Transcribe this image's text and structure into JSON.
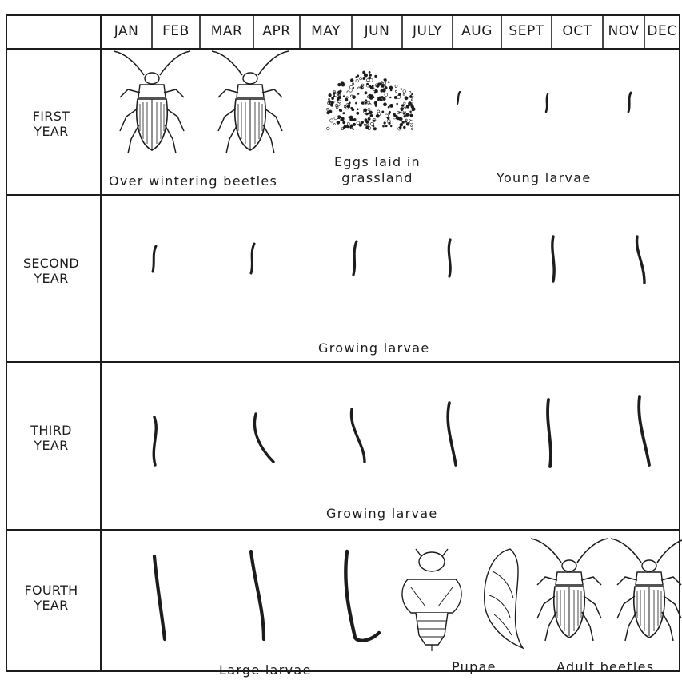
{
  "months": [
    "JAN",
    "FEB",
    "MAR",
    "APR",
    "MAY",
    "JUN",
    "JULY",
    "AUG",
    "SEPT",
    "OCT",
    "NOV",
    "DEC"
  ],
  "rows": [
    {
      "label_line1": "FIRST",
      "label_line2": "YEAR"
    },
    {
      "label_line1": "SECOND",
      "label_line2": "YEAR"
    },
    {
      "label_line1": "THIRD",
      "label_line2": "YEAR"
    },
    {
      "label_line1": "FOURTH",
      "label_line2": "YEAR"
    }
  ],
  "captions": {
    "over_wintering": "Over wintering beetles",
    "eggs_line1": "Eggs laid in",
    "eggs_line2": "grassland",
    "young_larvae": "Young larvae",
    "growing_larvae_2": "Growing larvae",
    "growing_larvae_3": "Growing larvae",
    "large_larvae": "Large larvae",
    "pupae": "Pupae",
    "adult_beetles": "Adult beetles"
  },
  "illustrations": [
    {
      "row": "FIRST YEAR",
      "items": [
        "beetle",
        "beetle",
        "egg-cluster",
        "larva",
        "larva",
        "larva"
      ]
    },
    {
      "row": "SECOND YEAR",
      "items": [
        "larva",
        "larva",
        "larva",
        "larva",
        "larva",
        "larva"
      ]
    },
    {
      "row": "THIRD YEAR",
      "items": [
        "larva",
        "larva",
        "larva",
        "larva",
        "larva",
        "larva"
      ]
    },
    {
      "row": "FOURTH YEAR",
      "items": [
        "larva",
        "larva",
        "larva",
        "pupa",
        "pupa",
        "beetle",
        "beetle"
      ]
    }
  ],
  "colors": {
    "ink": "#1c1c1c",
    "paper": "#ffffff"
  }
}
